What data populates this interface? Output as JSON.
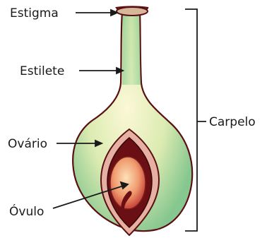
{
  "labels": {
    "stigma": "Estigma",
    "style": "Estilete",
    "ovary": "Ovário",
    "ovule": "Óvulo",
    "carpel": "Carpelo"
  }
}
